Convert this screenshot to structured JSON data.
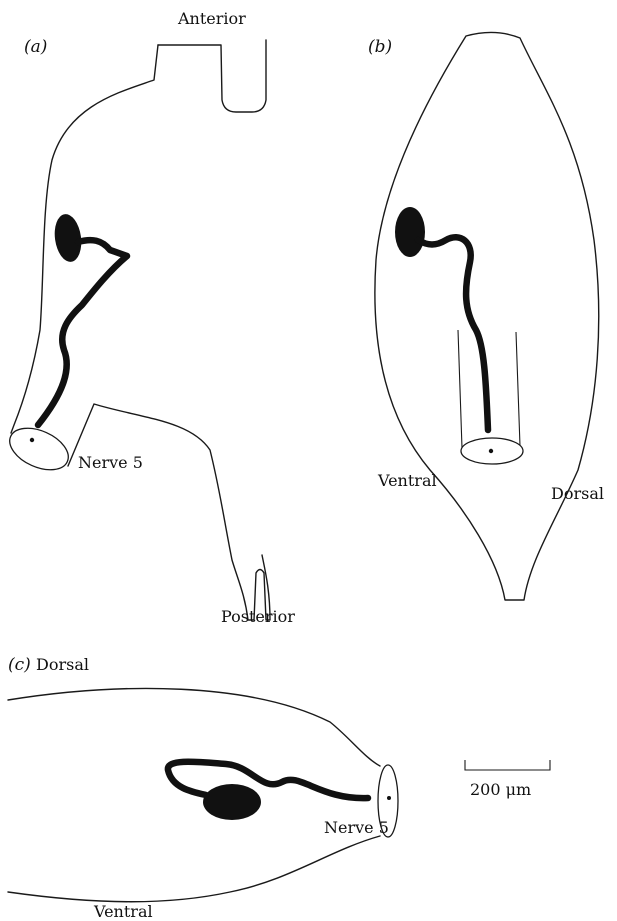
{
  "panel_a": {
    "label": "(a)",
    "anterior": "Anterior",
    "posterior": "Posterior",
    "nerve": "Nerve 5"
  },
  "panel_b": {
    "label": "(b)",
    "ventral": "Ventral",
    "dorsal": "Dorsal"
  },
  "panel_c": {
    "label": "(c)",
    "dorsal": "Dorsal",
    "ventral": "Ventral",
    "nerve": "Nerve 5"
  },
  "scale_bar": {
    "label": "200 μm"
  },
  "colors": {
    "ink": "#111111",
    "background": "#ffffff"
  }
}
